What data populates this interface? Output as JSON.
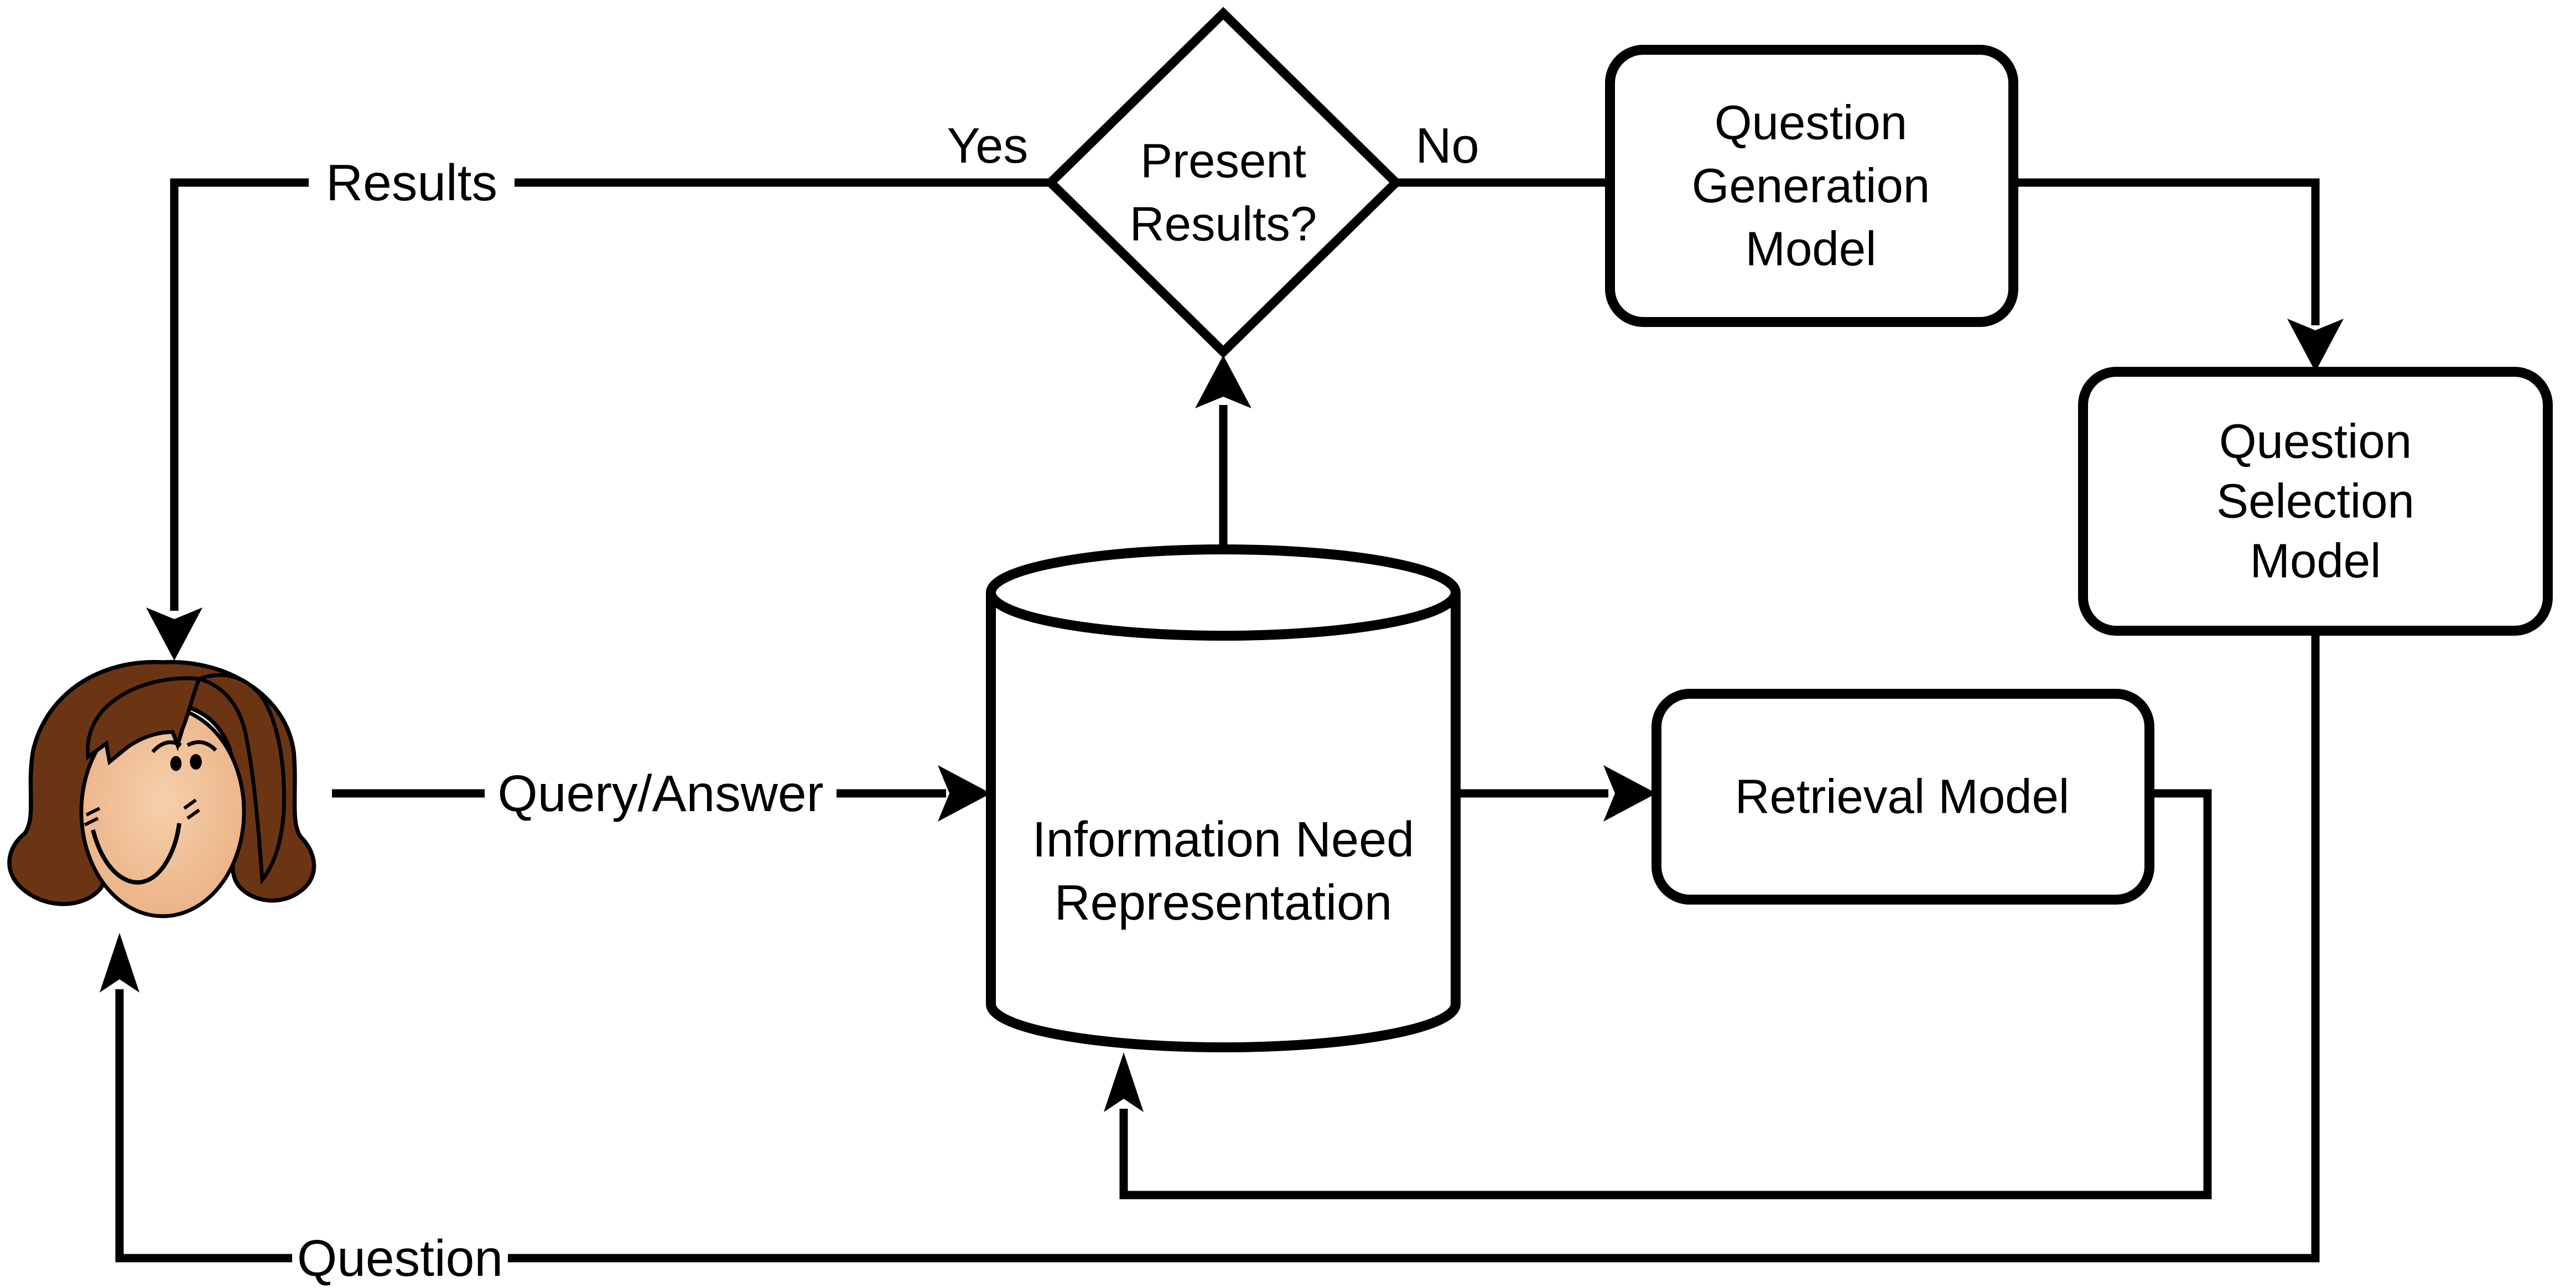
{
  "canvas": {
    "background": "#ffffff",
    "line_color": "#000000",
    "shape_fill": "#ffffff"
  },
  "nodes": {
    "decision": {
      "shape": "diamond",
      "lines": [
        "Present",
        "Results?"
      ]
    },
    "qgm": {
      "shape": "rounded-rect",
      "lines": [
        "Question",
        "Generation",
        "Model"
      ]
    },
    "qsm": {
      "shape": "rounded-rect",
      "lines": [
        "Question",
        "Selection",
        "Model"
      ]
    },
    "datastore": {
      "shape": "cylinder",
      "lines": [
        "Information Need",
        "Representation"
      ]
    },
    "retrieval": {
      "shape": "rounded-rect",
      "lines": [
        "Retrieval Model"
      ]
    },
    "user": {
      "shape": "person-clipart",
      "name": "user",
      "hair_color": "#6b3513",
      "skin_light": "#f6d0ab",
      "skin_dark": "#e8a97b"
    }
  },
  "labels": {
    "yes": "Yes",
    "no": "No",
    "results": "Results",
    "query_answer": "Query/Answer",
    "question": "Question"
  }
}
